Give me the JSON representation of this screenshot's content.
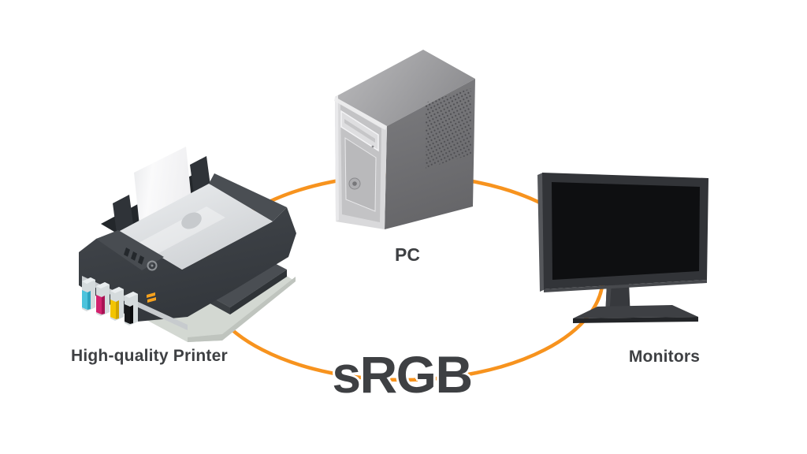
{
  "diagram": {
    "title": "sRGB",
    "nodes": [
      {
        "id": "printer",
        "label": "High-quality Printer",
        "icon": "printer-icon"
      },
      {
        "id": "pc",
        "label": "PC",
        "icon": "pc-tower-icon"
      },
      {
        "id": "monitors",
        "label": "Monitors",
        "icon": "monitor-icon"
      }
    ],
    "connector": {
      "shape": "ellipse",
      "style": "solid",
      "color": "#F7931E"
    },
    "colors": {
      "accent": "#F7931E",
      "text": "#3E4043",
      "background": "#FFFFFF",
      "ink_cyan": "#4BC3DC",
      "ink_magenta": "#D2226E",
      "ink_yellow": "#F3C402",
      "ink_black": "#191A1D"
    }
  }
}
